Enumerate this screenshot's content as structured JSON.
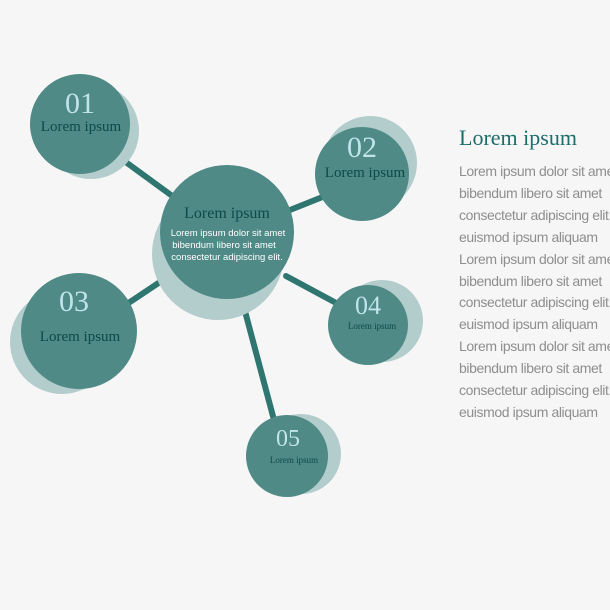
{
  "colors": {
    "circle": "#4f8a86",
    "shadow": "#b3cccc",
    "connector": "#2f7670",
    "number": "#bfe4ea",
    "label": "#0d4a4a",
    "heading": "#1c6e6b",
    "body_text": "#8e8e8e"
  },
  "center": {
    "title": "Lorem ipsum",
    "lines": [
      "Lorem ipsum dolor sit amet",
      "bibendum libero sit amet",
      "consectetur adipiscing elit."
    ]
  },
  "nodes": [
    {
      "number": "01",
      "label": "Lorem ipsum"
    },
    {
      "number": "02",
      "label": "Lorem ipsum"
    },
    {
      "number": "03",
      "label": "Lorem ipsum"
    },
    {
      "number": "04",
      "label": "Lorem ipsum"
    },
    {
      "number": "05",
      "label": "Lorem ipsum"
    }
  ],
  "side": {
    "title": "Lorem ipsum",
    "lines": [
      "Lorem ipsum dolor sit amet",
      "bibendum libero sit amet",
      "consectetur adipiscing elit.",
      "euismod ipsum aliquam",
      "Lorem ipsum dolor sit amet",
      "bibendum libero sit amet",
      "consectetur adipiscing elit.",
      "euismod ipsum aliquam",
      "Lorem ipsum dolor sit amet",
      "bibendum libero sit amet",
      "consectetur adipiscing elit.",
      "euismod ipsum aliquam"
    ]
  }
}
